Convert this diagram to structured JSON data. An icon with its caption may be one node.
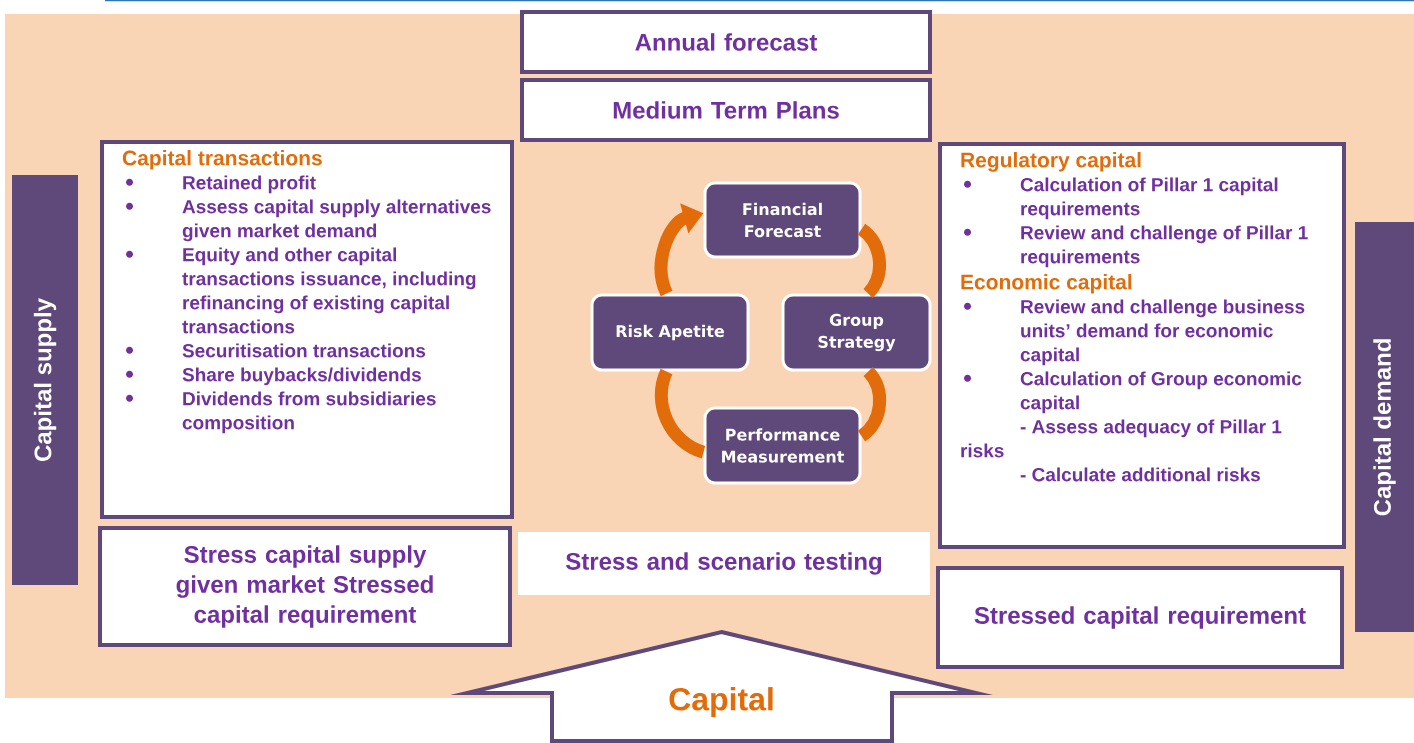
{
  "diagram": {
    "nodes": [
      {
        "text": [
          "Annual forecast"
        ]
      },
      {
        "text": [
          "Medium Term Plans"
        ]
      },
      {
        "text": [
          "Capital supply"
        ]
      },
      {
        "text": [
          "Capital transactions",
          "Retained profit",
          "Assess capital supply alternatives given market demand",
          "Equity and other capital transactions issuance, including refinancing of existing capital transactions",
          "Securitisation transactions",
          "Share buybacks/dividends",
          "Dividends from subsidiaries composition"
        ]
      },
      {
        "text": [
          "Financial Forecast"
        ]
      },
      {
        "text": [
          "Risk Apetite"
        ]
      },
      {
        "text": [
          "Group Strategy"
        ]
      },
      {
        "text": [
          "Performance Measurement"
        ]
      },
      {
        "text": [
          "Regulatory capital",
          "Calculation of Pillar 1 capital requirements",
          "Review and challenge of Pillar 1 requirements",
          "Economic capital",
          "Review and challenge business units’ demand for economic capital",
          "Calculation of Group economic capital",
          "- Assess adequacy of Pillar 1 risks",
          "- Calculate additional risks"
        ]
      },
      {
        "text": [
          "Capital demand"
        ]
      },
      {
        "text": [
          "Stress capital supply given market Stressed capital requirement"
        ]
      },
      {
        "text": [
          "Stress and scenario testing"
        ]
      },
      {
        "text": [
          "Stressed capital requirement"
        ]
      },
      {
        "text": [
          "Capital"
        ]
      }
    ],
    "edges": [
      {
        "from": 5,
        "to": 4,
        "arrow": "to"
      },
      {
        "from": 4,
        "to": 6,
        "arrow": "none"
      },
      {
        "from": 6,
        "to": 7,
        "arrow": "none"
      },
      {
        "from": 7,
        "to": 5,
        "arrow": "none"
      }
    ]
  }
}
